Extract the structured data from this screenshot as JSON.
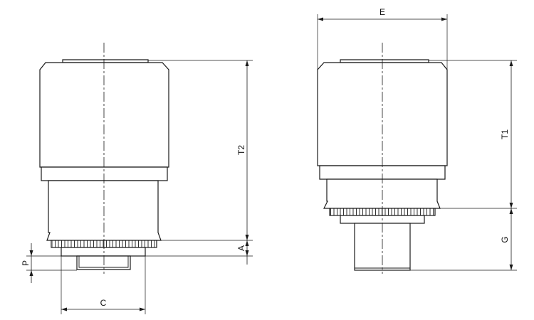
{
  "left_view": {
    "labels": {
      "T2": "T2",
      "A": "A",
      "P": "P",
      "C": "C"
    }
  },
  "right_view": {
    "labels": {
      "E": "E",
      "T1": "T1",
      "G": "G"
    }
  }
}
